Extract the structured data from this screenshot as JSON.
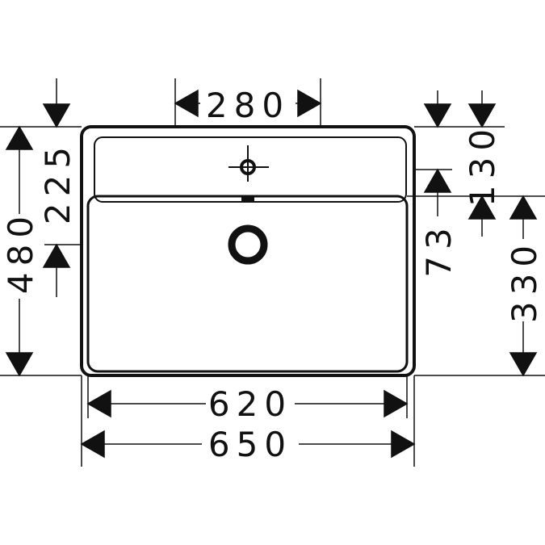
{
  "drawing": {
    "dims": {
      "tap_hole_spacing": "280",
      "inner_width": "620",
      "overall_width": "650",
      "overall_depth": "480",
      "back_to_basin": "225",
      "side_130": "130",
      "side_73": "73",
      "basin_depth": "330"
    }
  }
}
